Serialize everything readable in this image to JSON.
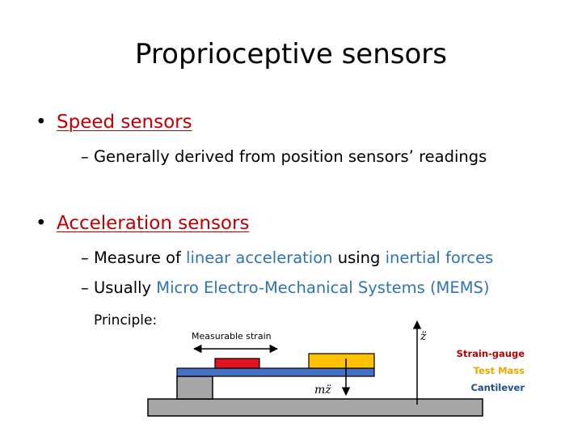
{
  "title": "Proprioceptive sensors",
  "bullets": [
    {
      "label": "Speed sensors",
      "sub": [
        [
          {
            "text": "– Generally derived from position sensors’ readings",
            "blue": false
          }
        ]
      ]
    },
    {
      "label": "Acceleration sensors",
      "sub": [
        [
          {
            "text": "– Measure of ",
            "blue": false
          },
          {
            "text": "linear acceleration",
            "blue": true
          },
          {
            "text": " using ",
            "blue": false
          },
          {
            "text": "inertial forces",
            "blue": true
          }
        ],
        [
          {
            "text": "– Usually ",
            "blue": false
          },
          {
            "text": "Micro Electro-Mechanical Systems (MEMS)",
            "blue": true
          }
        ]
      ]
    }
  ],
  "diagram": {
    "principle_label": "Principle:",
    "strain_label": "Measurable strain",
    "force_label": "mz̈",
    "axis_label": "z̈",
    "legend": [
      {
        "text": "Strain-gauge",
        "color": "#c00000"
      },
      {
        "text": "Test Mass",
        "color": "#e8a800"
      },
      {
        "text": "Cantilever",
        "color": "#1f4e8c"
      }
    ],
    "colors": {
      "strain_gauge": "#e0141e",
      "test_mass": "#ffc000",
      "cantilever": "#4472c4",
      "support": "#a6a6a6",
      "base": "#a6a6a6"
    }
  }
}
